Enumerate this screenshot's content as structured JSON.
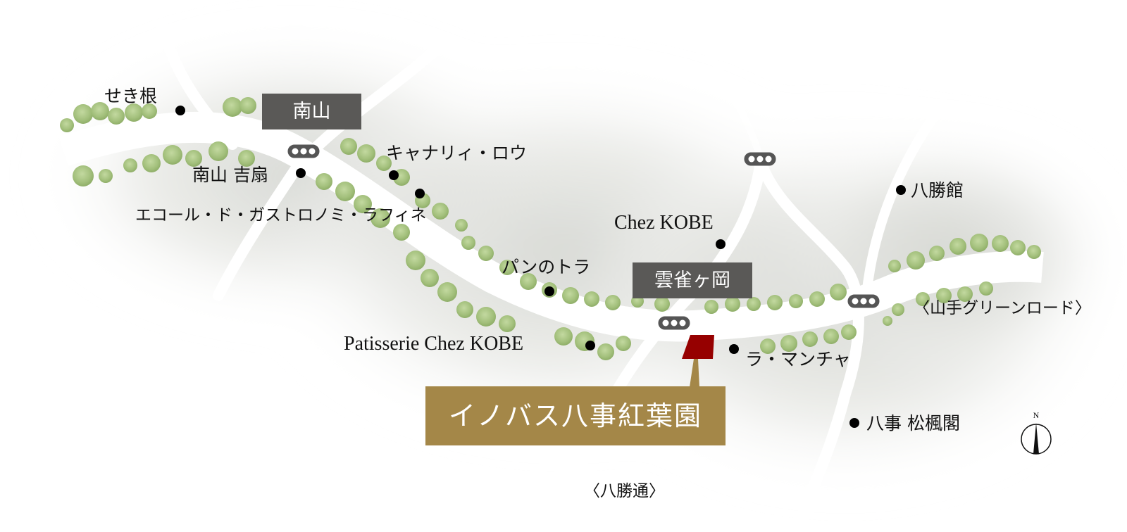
{
  "map": {
    "colors": {
      "background": "#ffffff",
      "land_shade": "#d9dbd6",
      "road": "#ffffff",
      "tree": "#a9c483",
      "station_box": "#5a5957",
      "brand_box": "#a48748",
      "site_marker": "#960000",
      "dot": "#000000"
    },
    "stations": [
      {
        "name": "南山"
      },
      {
        "name": "雲雀ヶ岡"
      }
    ],
    "property": {
      "name": "イノバス八事紅葉園"
    },
    "points_of_interest": [
      {
        "name": "せき根"
      },
      {
        "name": "南山 吉扇"
      },
      {
        "name": "キャナリィ・ロウ"
      },
      {
        "name": "エコール・ド・ガストロノミ・ラフィネ"
      },
      {
        "name": "Chez KOBE"
      },
      {
        "name": "パンのトラ"
      },
      {
        "name": "Patisserie Chez KOBE"
      },
      {
        "name": "ラ・マンチャ"
      },
      {
        "name": "八勝館"
      },
      {
        "name": "八事 松楓閣"
      }
    ],
    "roads": [
      {
        "name": "〈山手グリーンロード〉"
      },
      {
        "name": "〈八勝通〉"
      }
    ],
    "compass": {
      "label": "N"
    }
  }
}
